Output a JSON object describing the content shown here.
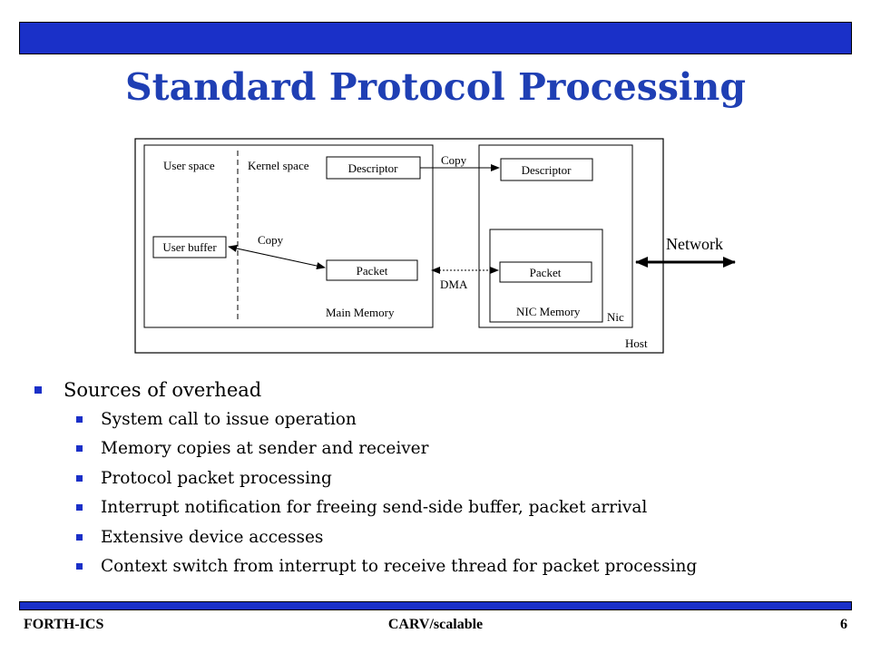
{
  "slide": {
    "title": "Standard Protocol Processing"
  },
  "diagram": {
    "user_space": "User space",
    "kernel_space": "Kernel space",
    "descriptor_main": "Descriptor",
    "descriptor_nic": "Descriptor",
    "copy_top": "Copy",
    "copy_mid": "Copy",
    "user_buffer": "User buffer",
    "packet_main": "Packet",
    "packet_nic": "Packet",
    "dma": "DMA",
    "main_memory": "Main Memory",
    "nic_memory": "NIC Memory",
    "nic": "Nic",
    "host": "Host",
    "network": "Network"
  },
  "bullets": {
    "heading": "Sources of overhead",
    "items": [
      "System call to issue operation",
      "Memory copies at sender and receiver",
      "Protocol packet processing",
      "Interrupt notification for freeing send-side buffer, packet arrival",
      "Extensive device accesses",
      "Context switch from interrupt to receive thread for packet processing"
    ]
  },
  "footer": {
    "left": "FORTH-ICS",
    "center": "CARV/scalable",
    "page": "6"
  },
  "colors": {
    "bar": "#1a30c8",
    "title": "#1f3fb4"
  }
}
